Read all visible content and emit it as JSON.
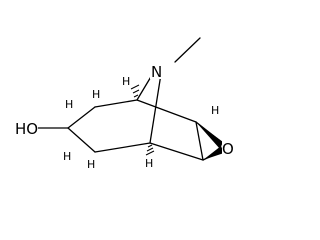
{
  "molecule": {
    "atoms": {
      "nitrogen": "N",
      "hydroxyl": "HO",
      "epoxide_oxygen": "O",
      "hydrogen": "H"
    },
    "hydrogen_labels": [
      "H",
      "H",
      "H",
      "H",
      "H",
      "H",
      "H"
    ],
    "colors": {
      "stroke": "#000000",
      "text": "#000000",
      "background": "#ffffff"
    }
  }
}
